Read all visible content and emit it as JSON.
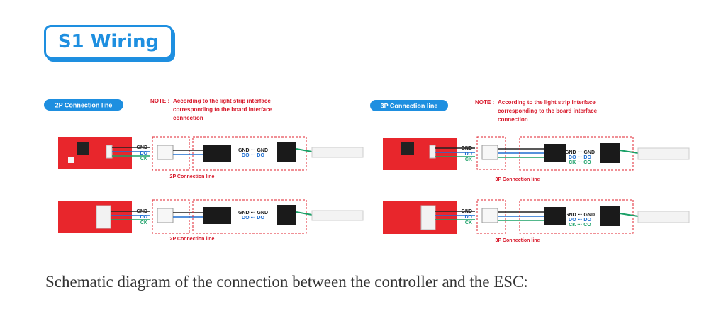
{
  "header": {
    "title": "S1 Wiring"
  },
  "caption": "Schematic diagram of the connection between the controller and the ESC:",
  "colors": {
    "accent": "#1e8fe0",
    "note_red": "#d7182a",
    "board_red": "#e8262c",
    "dash_red": "#e0202c",
    "wire_blue": "#1f6fd1",
    "wire_green": "#1aa067"
  },
  "panels": [
    {
      "tag": "2P Connection line",
      "note_label": "NOTE :",
      "note_lines": [
        "According to the light strip interface",
        "corresponding to the board interface",
        "connection"
      ],
      "rows": [
        {
          "pins": [
            "GND",
            "DO",
            "CK"
          ],
          "right_top": "GND ··· GND",
          "right_bottom": "DO ··· DO",
          "conn_label": "2P Connection line"
        },
        {
          "pins": [
            "GND",
            "DO",
            "CK"
          ],
          "right_top": "GND ··· GND",
          "right_bottom": "DO ··· DO",
          "conn_label": "2P Connection line"
        }
      ]
    },
    {
      "tag": "3P Connection line",
      "note_label": "NOTE :",
      "note_lines": [
        "According to the light strip interface",
        "corresponding to the board interface",
        "connection"
      ],
      "rows": [
        {
          "pins": [
            "GND",
            "DO",
            "CK"
          ],
          "right_top": "GND ··· GND",
          "right_mid": "DO ··· DO",
          "right_bottom": "CK ··· CO",
          "conn_label": "3P Connection line"
        },
        {
          "pins": [
            "GND",
            "DO",
            "CK"
          ],
          "right_top": "GND ··· GND",
          "right_mid": "DO ··· DO",
          "right_bottom": "CK ··· CO",
          "conn_label": "3P Connection line"
        }
      ]
    }
  ]
}
